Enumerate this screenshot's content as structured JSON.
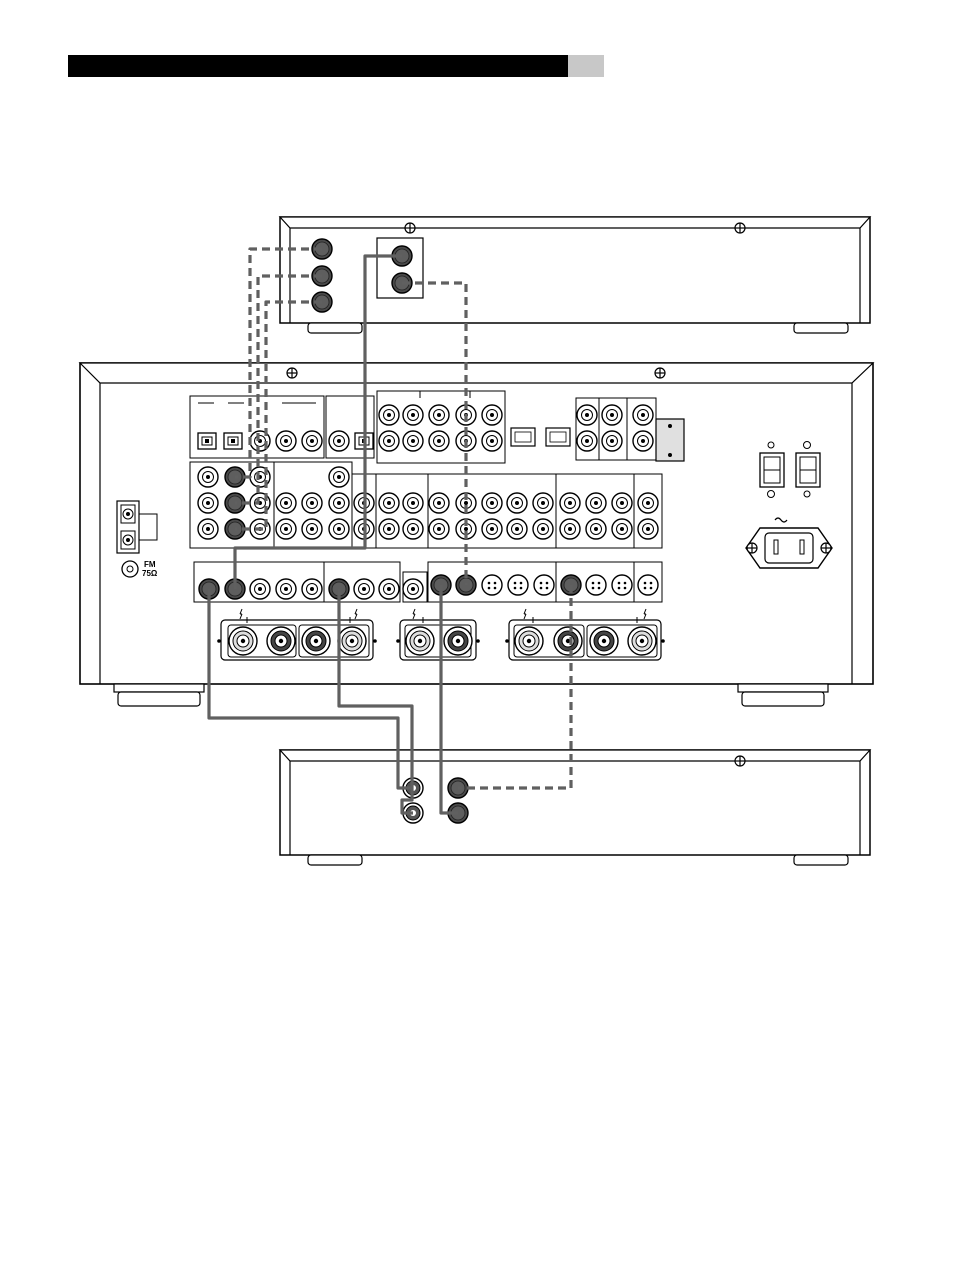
{
  "header": {
    "bar_color": "#000000",
    "tab_color": "#c8c8c8"
  },
  "diagram": {
    "subject": "connection-diagram-receiver-to-source-and-recorder",
    "components": [
      "source-component",
      "receiver",
      "recorder-component"
    ],
    "antenna": {
      "fm_label": "FM",
      "fm_impedance": "75Ω"
    },
    "cable_styles": {
      "analog_cable": "solid",
      "digital_cable": "dashed",
      "cable_color": "#606060"
    }
  }
}
